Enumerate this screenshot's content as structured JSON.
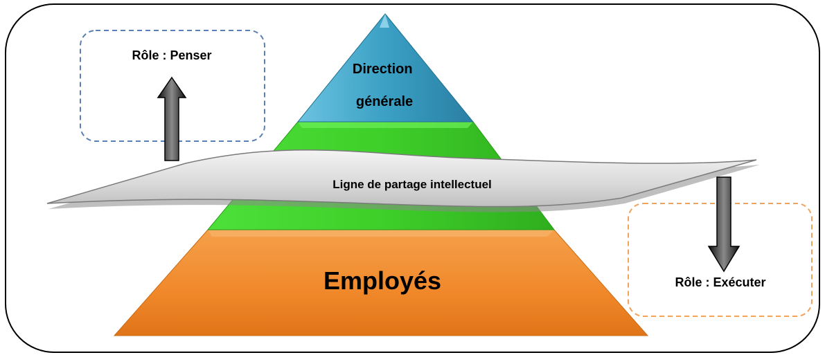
{
  "labels": {
    "top_tier": [
      "Direction",
      "générale"
    ],
    "bottom_tier": "Employés",
    "divider": "Ligne de partage intellectuel",
    "role_top": "Rôle : Penser",
    "role_bottom": "Rôle : Exécuter"
  },
  "colors": {
    "top_tier": "#3aa0c4",
    "middle_tier": "#3fcf2a",
    "bottom_tier": "#f0882a",
    "divider_fill": "#dcdcdc",
    "box_top_border": "#5b7fb0",
    "box_bottom_border": "#f0a25a",
    "arrow": "#222222",
    "frame": "#000000"
  }
}
